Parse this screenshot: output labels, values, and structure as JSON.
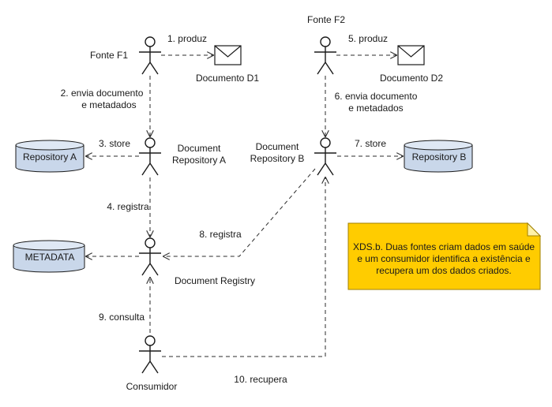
{
  "actors": {
    "fonte_f1": "Fonte F1",
    "fonte_f2": "Fonte F2",
    "repo_a_line1": "Document",
    "repo_a_line2": "Repository A",
    "repo_b_line1": "Document",
    "repo_b_line2": "Repository B",
    "registry": "Document Registry",
    "consumidor": "Consumidor"
  },
  "artifacts": {
    "doc_d1": "Documento D1",
    "doc_d2": "Documento D2"
  },
  "databases": {
    "repository_a": "Repository A",
    "repository_b": "Repository B",
    "metadata": "METADATA"
  },
  "edges": {
    "e1": "1. produz",
    "e2_line1": "2. envia documento",
    "e2_line2": "e metadados",
    "e3": "3. store",
    "e4": "4. registra",
    "e5": "5. produz",
    "e6_line1": "6. envia documento",
    "e6_line2": "e metadados",
    "e7": "7. store",
    "e8": "8. registra",
    "e9": "9. consulta",
    "e10": "10. recupera"
  },
  "note": {
    "line1": "XDS.b. Duas fontes criam dados em saúde",
    "line2": "e um consumidor identifica a existência e",
    "line3": "recupera um dos dados criados."
  },
  "colors": {
    "note_fill": "#ffcc00",
    "db_fill": "#c9d7ea"
  }
}
